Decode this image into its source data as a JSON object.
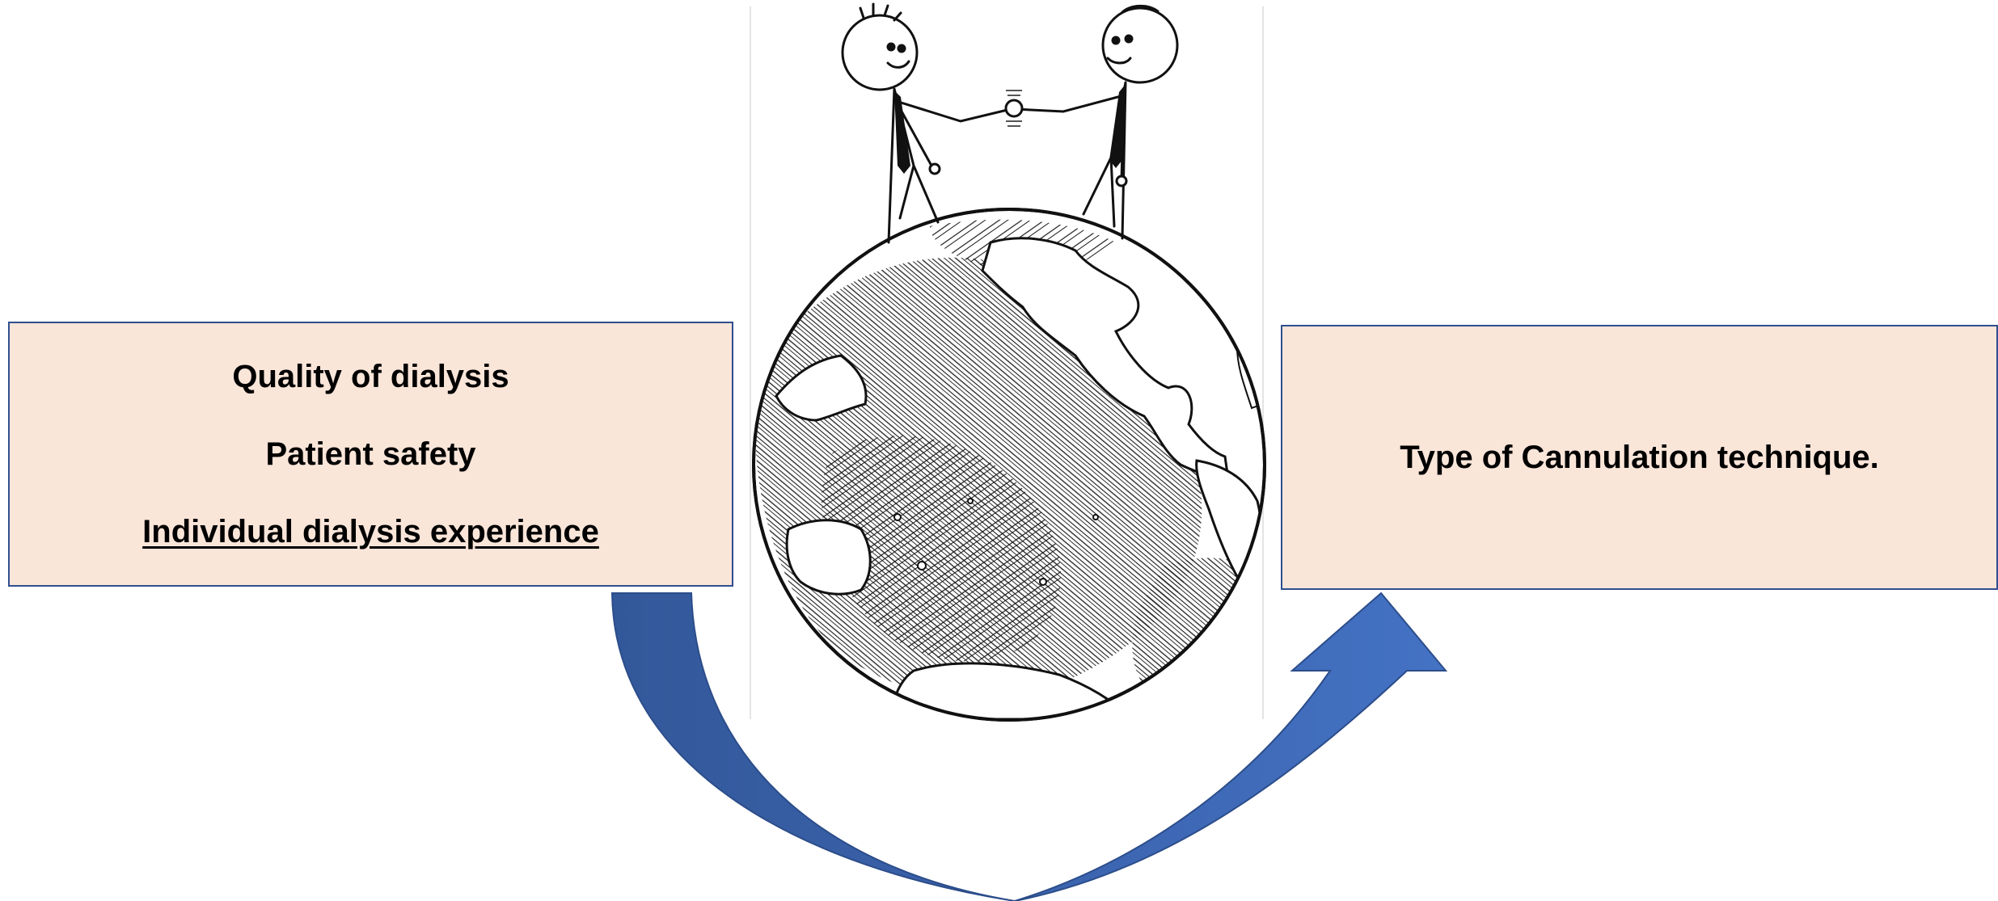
{
  "left_box": {
    "lines": [
      "Quality of dialysis",
      "Patient safety",
      "Individual dialysis experience"
    ]
  },
  "right_box": {
    "text": "Type of Cannulation technique."
  },
  "illustration": {
    "subject": "two stick figures shaking hands on top of a hand-drawn globe",
    "icon": "handshake-globe-icon"
  },
  "colors": {
    "box_fill": "#fae5d9",
    "box_border": "#2f4f8f",
    "arrow_dark": "#33589a",
    "arrow_light": "#4472c4",
    "text": "#000000"
  }
}
